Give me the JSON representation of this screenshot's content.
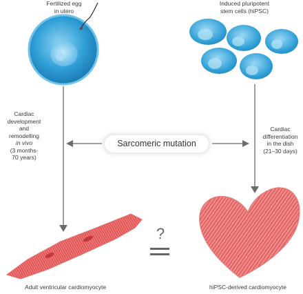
{
  "labels": {
    "egg": [
      "Fertilized egg",
      "in utero"
    ],
    "hipsc": [
      "Induced pluripotent",
      "stem cells (hiPSC)"
    ],
    "left_process": [
      "Cardiac",
      "development",
      "and",
      "remodelling",
      "in vivo",
      "(3 months-",
      "70 years)"
    ],
    "right_process": [
      "Cardiac",
      "differentiation",
      "in the dish",
      "(21–30 days)"
    ],
    "mutation": "Sarcomeric mutation",
    "question": "?",
    "adult_caption": "Adult ventricular cardiomyocyte",
    "derived_caption": "hiPSC-derived cardiomyocyte"
  },
  "colors": {
    "cell_blue": "#2f9fd6",
    "cell_blue_light": "#8fd3f4",
    "muscle_red": "#e85a5a",
    "arrow_gray": "#6b6b6b"
  }
}
